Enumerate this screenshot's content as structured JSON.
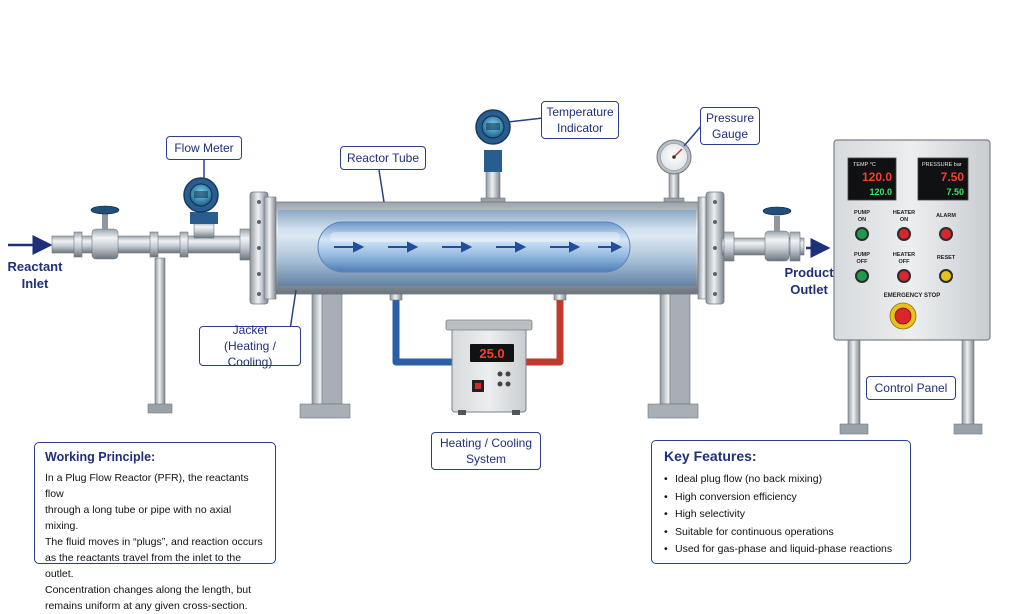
{
  "labels": {
    "reactant_inlet": [
      "Reactant",
      "Inlet"
    ],
    "product_outlet": [
      "Product",
      "Outlet"
    ],
    "flow_meter": "Flow Meter",
    "reactor_tube": "Reactor Tube",
    "temperature_indicator": [
      "Temperature",
      "Indicator"
    ],
    "pressure_gauge": [
      "Pressure",
      "Gauge"
    ],
    "jacket": [
      "Jacket",
      "(Heating / Cooling)"
    ],
    "heating_cooling_system": [
      "Heating / Cooling",
      "System"
    ],
    "control_panel": "Control Panel"
  },
  "heater_unit": {
    "display": "25.0"
  },
  "control_panel": {
    "temp_display": {
      "header": "TEMP °C",
      "pv": "120.0",
      "sv": "120.0"
    },
    "pressure_display": {
      "header": "PRESSURE bar",
      "pv": "7.50",
      "sv": "7.50"
    },
    "buttons": [
      {
        "label": [
          "PUMP",
          "ON"
        ],
        "color": "#1f9a4a"
      },
      {
        "label": [
          "HEATER",
          "ON"
        ],
        "color": "#d8262a"
      },
      {
        "label": [
          "ALARM"
        ],
        "color": "#d8262a"
      },
      {
        "label": [
          "PUMP",
          "OFF"
        ],
        "color": "#1f9a4a"
      },
      {
        "label": [
          "HEATER",
          "OFF"
        ],
        "color": "#d8262a"
      },
      {
        "label": [
          "RESET"
        ],
        "color": "#e8c21a"
      }
    ],
    "emergency_stop": "EMERGENCY STOP"
  },
  "working_principle": {
    "title": "Working Principle:",
    "lines": [
      "In a Plug Flow Reactor (PFR), the reactants flow",
      "through a long tube or pipe with no axial mixing.",
      "The fluid moves in “plugs”, and reaction occurs",
      "as the reactants travel from the inlet to the outlet.",
      "Concentration changes along the length, but",
      "remains uniform at any given cross-section."
    ]
  },
  "key_features": {
    "title": "Key Features:",
    "items": [
      "Ideal plug flow (no back mixing)",
      "High conversion efficiency",
      "High selectivity",
      "Suitable for continuous operations",
      "Used for gas-phase and liquid-phase reactions"
    ]
  },
  "colors": {
    "accent": "#1f2f7a",
    "hot_line": "#c0392b",
    "cold_line": "#2c5ea8",
    "display_red": "#ff3b2f",
    "display_green": "#3fe36a"
  }
}
